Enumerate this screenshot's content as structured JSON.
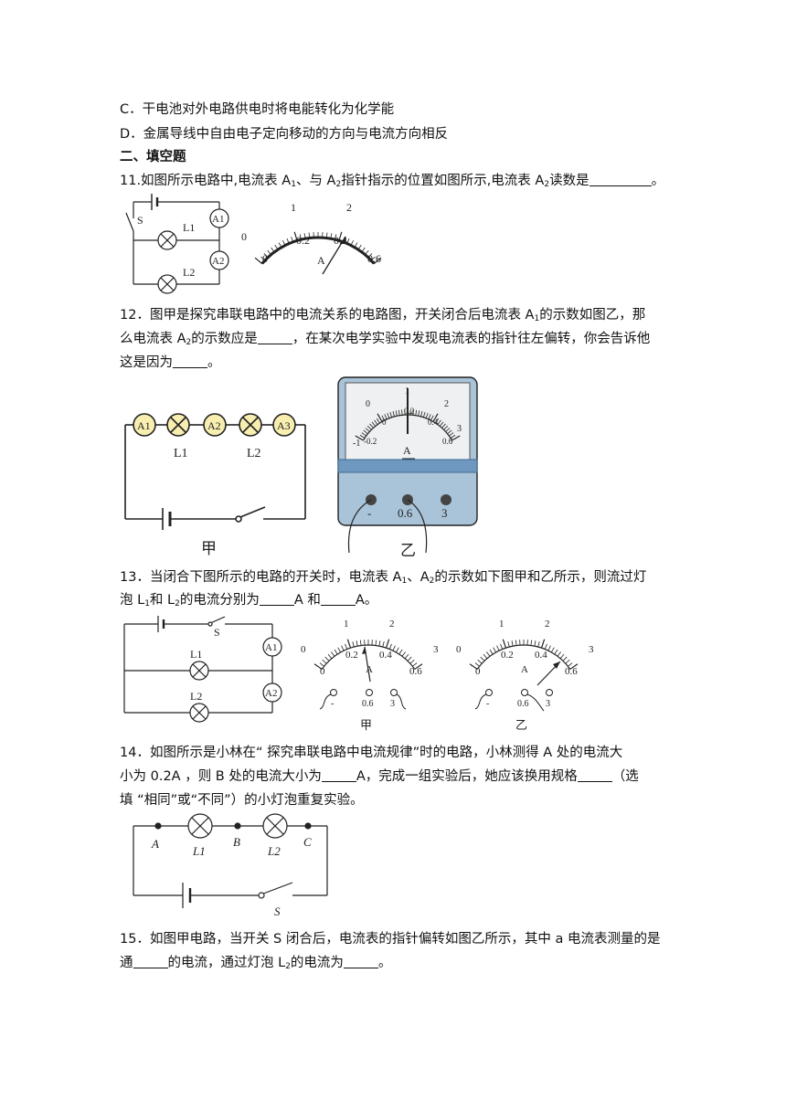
{
  "options": {
    "c": "C．干电池对外电路供电时将电能转化为化学能",
    "d": "D．金属导线中自由电子定向移动的方向与电流方向相反"
  },
  "section_title": "二、填空题",
  "q11": {
    "text_a": "11.如图所示电路中,电流表 A",
    "sub1": "1",
    "text_b": "、与 A",
    "sub2": "2",
    "text_c": "指针指示的位置如图所示,电流表 A",
    "sub3": "2",
    "text_d": "读数是",
    "text_end": "。",
    "fig": {
      "labels": [
        "S",
        "L1",
        "L2",
        "A1",
        "A2"
      ],
      "meter_top": [
        "0",
        "1",
        "2"
      ],
      "meter_bottom": [
        "0",
        "0.2",
        "0.4",
        "0.6"
      ],
      "unit": "A"
    }
  },
  "q12": {
    "l1_a": "12．图甲是探究串联电路中的电流关系的电路图，开关闭合后电流表 A",
    "l1_sub": "1",
    "l1_b": "的示数如图乙，那",
    "l2_a": "么电流表 A",
    "l2_sub": "2",
    "l2_b": "的示数应是",
    "l2_c": "，在某次电学实验中发现电流表的指针往左偏转，你会告诉他",
    "l3_a": "这是因为",
    "l3_b": "。",
    "fig": {
      "meters": [
        "A1",
        "A2",
        "A3"
      ],
      "lamps": [
        "L1",
        "L2"
      ],
      "caption_left": "甲",
      "caption_right": "乙",
      "dial_top": [
        "0",
        "1",
        "2",
        "3"
      ],
      "dial_bottom": [
        "-0.2",
        "0",
        "0.2",
        "0.4",
        "0.6"
      ],
      "dial_left": "-1",
      "unit": "A",
      "terminals": [
        "-",
        "0.6",
        "3"
      ]
    }
  },
  "q13": {
    "l1_a": "13．当闭合下图所示的电路的开关时，电流表 A",
    "l1_sub1": "1",
    "l1_b": "、A",
    "l1_sub2": "2",
    "l1_c": "的示数如下图甲和乙所示，则流过灯",
    "l2_a": "泡 L",
    "l2_sub1": "1",
    "l2_b": "和 L",
    "l2_sub2": "2",
    "l2_c": "的电流分别为",
    "l2_d": "A 和",
    "l2_e": "A。",
    "fig": {
      "labels": [
        "S",
        "L1",
        "L2",
        "A1",
        "A2"
      ],
      "meter_top": [
        "0",
        "1",
        "2",
        "3"
      ],
      "meter_bottom": [
        "0",
        "0.2",
        "0.4",
        "0.6"
      ],
      "unit": "A",
      "terminals": [
        "-",
        "0.6",
        "3"
      ],
      "caption_left": "甲",
      "caption_right": "乙"
    }
  },
  "q14": {
    "l1": "14．如图所示是小林在“ 探究串联电路中电流规律”时的电路，小林测得 A 处的电流大",
    "l2_a": "小为 0.2A ，则 B 处的电流大小为",
    "l2_b": "A，完成一组实验后，她应该换用规格",
    "l2_c": "（选",
    "l3": "填 “相同”或“不同”）的小灯泡重复实验。",
    "fig": {
      "labels": [
        "A",
        "B",
        "C",
        "L1",
        "L2",
        "S"
      ]
    }
  },
  "q15": {
    "l1_a": "15．如图甲电路，当开关 S 闭合后，电流表的指针偏转如图乙所示，其中 a 电流表测量的是",
    "l2_a": "通",
    "l2_b": "的电流，通过灯泡 L",
    "l2_sub": "2",
    "l2_c": "的电流为",
    "l2_d": "。"
  }
}
